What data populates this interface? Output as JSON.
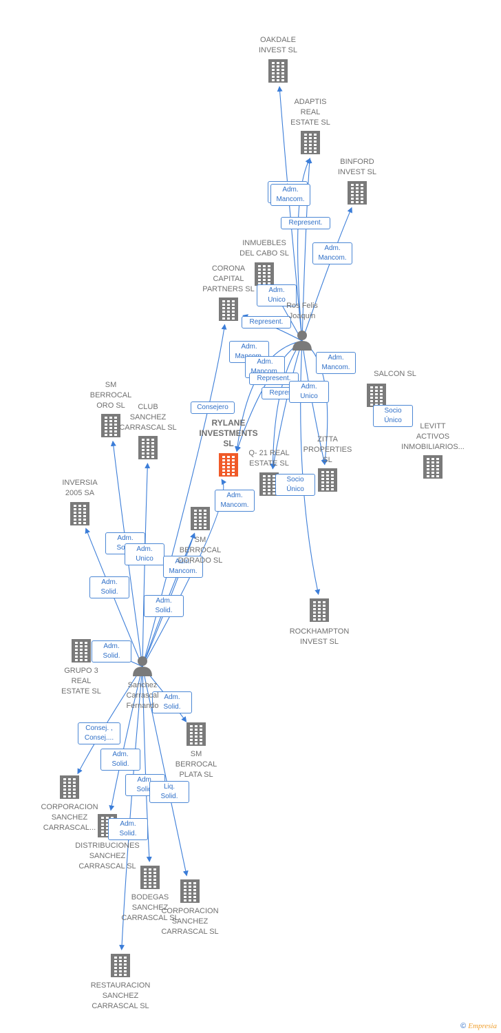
{
  "nodes": [
    {
      "id": "oakdale",
      "name": "OAKDALE\nINVEST  SL",
      "kind": "company"
    },
    {
      "id": "adaptis",
      "name": "ADAPTIS\nREAL\nESTATE  SL",
      "kind": "company"
    },
    {
      "id": "binford",
      "name": "BINFORD\nINVEST  SL",
      "kind": "company"
    },
    {
      "id": "inmuebles",
      "name": "INMUEBLES\nDEL CABO SL",
      "kind": "company"
    },
    {
      "id": "corona",
      "name": "CORONA\nCAPITAL\nPARTNERS SL",
      "kind": "company"
    },
    {
      "id": "rosfelis",
      "name": "Ros Felis\nJoaquin",
      "kind": "person"
    },
    {
      "id": "salcon",
      "name": "SALCON  SL",
      "kind": "company"
    },
    {
      "id": "levitt",
      "name": "LEVITT\nACTIVOS\nINMOBILIARIOS...",
      "kind": "company"
    },
    {
      "id": "smberrocaloro",
      "name": "SM\nBERROCAL\nORO SL",
      "kind": "company"
    },
    {
      "id": "clubsanchez",
      "name": "CLUB\nSANCHEZ\nCARRASCAL SL",
      "kind": "company"
    },
    {
      "id": "rylane",
      "name": "RYLANE\nINVESTMENTS\nSL",
      "kind": "focus"
    },
    {
      "id": "q21",
      "name": "Q- 21 REAL\nESTATE  SL",
      "kind": "company"
    },
    {
      "id": "zitta",
      "name": "ZITTA\nPROPERTIES\nSL",
      "kind": "company"
    },
    {
      "id": "inversia",
      "name": "INVERSIA\n2005 SA",
      "kind": "company"
    },
    {
      "id": "smberrocalorado",
      "name": "SM\nBERROCAL\nDORADO SL",
      "kind": "company"
    },
    {
      "id": "rockhampton",
      "name": "ROCKHAMPTON\nINVEST  SL",
      "kind": "company"
    },
    {
      "id": "grupo3",
      "name": "GRUPO 3\nREAL\nESTATE  SL",
      "kind": "company"
    },
    {
      "id": "sanchez",
      "name": "Sanchez\nCarrascal\nFernando",
      "kind": "person"
    },
    {
      "id": "smberrocalplata",
      "name": "SM\nBERROCAL\nPLATA SL",
      "kind": "company"
    },
    {
      "id": "corporacion1",
      "name": "CORPORACION\nSANCHEZ\nCARRASCAL...",
      "kind": "company"
    },
    {
      "id": "distribuciones",
      "name": "DISTRIBUCIONES\nSANCHEZ\nCARRASCAL SL",
      "kind": "company"
    },
    {
      "id": "bodegas",
      "name": "BODEGAS\nSANCHEZ\nCARRASCAL SL",
      "kind": "company"
    },
    {
      "id": "corporacion2",
      "name": "CORPORACION\nSANCHEZ\nCARRASCAL SL",
      "kind": "company"
    },
    {
      "id": "restauracion",
      "name": "RESTAURACION\nSANCHEZ\nCARRASCAL SL",
      "kind": "company"
    }
  ],
  "edges": [
    {
      "from": "rosfelis",
      "to": "oakdale",
      "label": "Adm.\nMancom."
    },
    {
      "from": "rosfelis",
      "to": "adaptis",
      "label": "Adm.\nMancom."
    },
    {
      "from": "rosfelis",
      "to": "adaptis",
      "label": "Represent."
    },
    {
      "from": "rosfelis",
      "to": "binford",
      "label": "Adm.\nMancom."
    },
    {
      "from": "rosfelis",
      "to": "inmuebles",
      "label": "Adm.\nUnico"
    },
    {
      "from": "rosfelis",
      "to": "corona",
      "label": "Represent."
    },
    {
      "from": "rosfelis",
      "to": "rylane",
      "label": "Adm.\nMancom."
    },
    {
      "from": "rosfelis",
      "to": "rylane",
      "label": "Adm.\nMancom."
    },
    {
      "from": "rosfelis",
      "to": "q21",
      "label": "Represent."
    },
    {
      "from": "rosfelis",
      "to": "q21",
      "label": "Represent."
    },
    {
      "from": "rosfelis",
      "to": "zitta",
      "label": "Adm.\nUnico"
    },
    {
      "from": "rosfelis",
      "to": "zitta",
      "label": "Adm.\nMancom."
    },
    {
      "from": "rosfelis",
      "to": "rockhampton",
      "label": "Socio\nÚnico"
    },
    {
      "from": "salcon",
      "to": "salcon",
      "label": "Socio\nÚnico"
    },
    {
      "from": "sanchez",
      "to": "corona",
      "label": "Consejero"
    },
    {
      "from": "sanchez",
      "to": "rylane",
      "label": "Adm.\nMancom."
    },
    {
      "from": "sanchez",
      "to": "smberrocaloro",
      "label": "Adm.\nSolid."
    },
    {
      "from": "sanchez",
      "to": "clubsanchez",
      "label": "Adm.\nUnico"
    },
    {
      "from": "sanchez",
      "to": "inversia",
      "label": "Adm.\nSolid."
    },
    {
      "from": "sanchez",
      "to": "smberrocalorado",
      "label": "Adm.\nMancom."
    },
    {
      "from": "sanchez",
      "to": "smberrocalorado",
      "label": "Adm.\nSolid."
    },
    {
      "from": "sanchez",
      "to": "grupo3",
      "label": "Adm.\nSolid."
    },
    {
      "from": "sanchez",
      "to": "smberrocalplata",
      "label": "Adm.\nSolid."
    },
    {
      "from": "sanchez",
      "to": "corporacion1",
      "label": "Consej. ,\nConsej...."
    },
    {
      "from": "sanchez",
      "to": "distribuciones",
      "label": "Adm.\nSolid."
    },
    {
      "from": "sanchez",
      "to": "bodegas",
      "label": "Adm.\nSolid."
    },
    {
      "from": "sanchez",
      "to": "corporacion2",
      "label": "Liq.\nSolid."
    },
    {
      "from": "sanchez",
      "to": "restauracion",
      "label": "Adm.\nSolid."
    }
  ],
  "colors": {
    "edge": "#3b7dd8",
    "node_icon": "#7a7a7a",
    "focus_icon": "#f05a28",
    "label_text": "#6f6f6f"
  },
  "footer": {
    "copyright": "©",
    "brand": "Empresia"
  }
}
